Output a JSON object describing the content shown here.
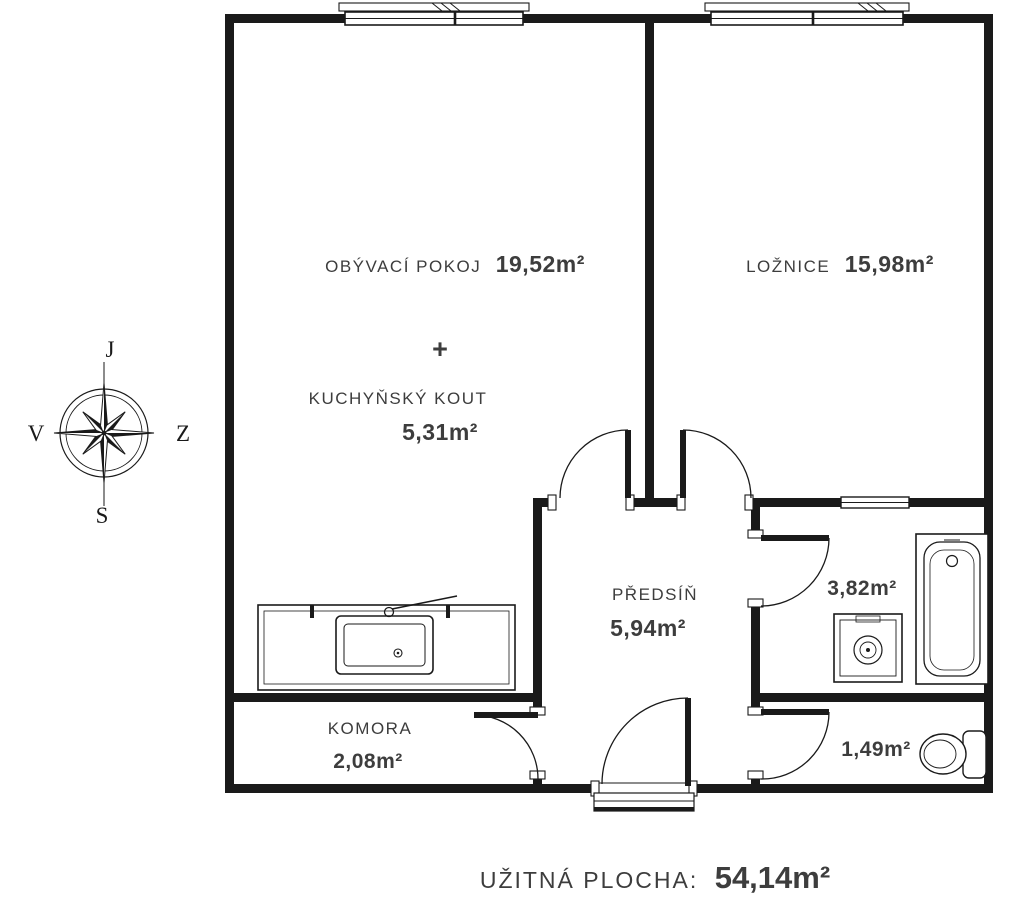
{
  "plan": {
    "rooms": {
      "living": {
        "name": "OBÝVACÍ POKOJ",
        "area": "19,52m²"
      },
      "plus": "+",
      "kitchen": {
        "name": "KUCHYŇSKÝ KOUT",
        "area": "5,31m²"
      },
      "bedroom": {
        "name": "LOŽNICE",
        "area": "15,98m²"
      },
      "hall": {
        "name": "PŘEDSÍŇ",
        "area": "5,94m²"
      },
      "bathroom": {
        "area": "3,82m²"
      },
      "storage": {
        "name": "KOMORA",
        "area": "2,08m²"
      },
      "wc": {
        "area": "1,49m²"
      }
    },
    "compass": {
      "top": "J",
      "right": "Z",
      "bottom": "S",
      "left": "V"
    },
    "footer": {
      "label": "UŽITNÁ PLOCHA:",
      "value": "54,14m²"
    }
  },
  "colors": {
    "ink": "#1a1a1a",
    "text": "#3d3d3d"
  }
}
